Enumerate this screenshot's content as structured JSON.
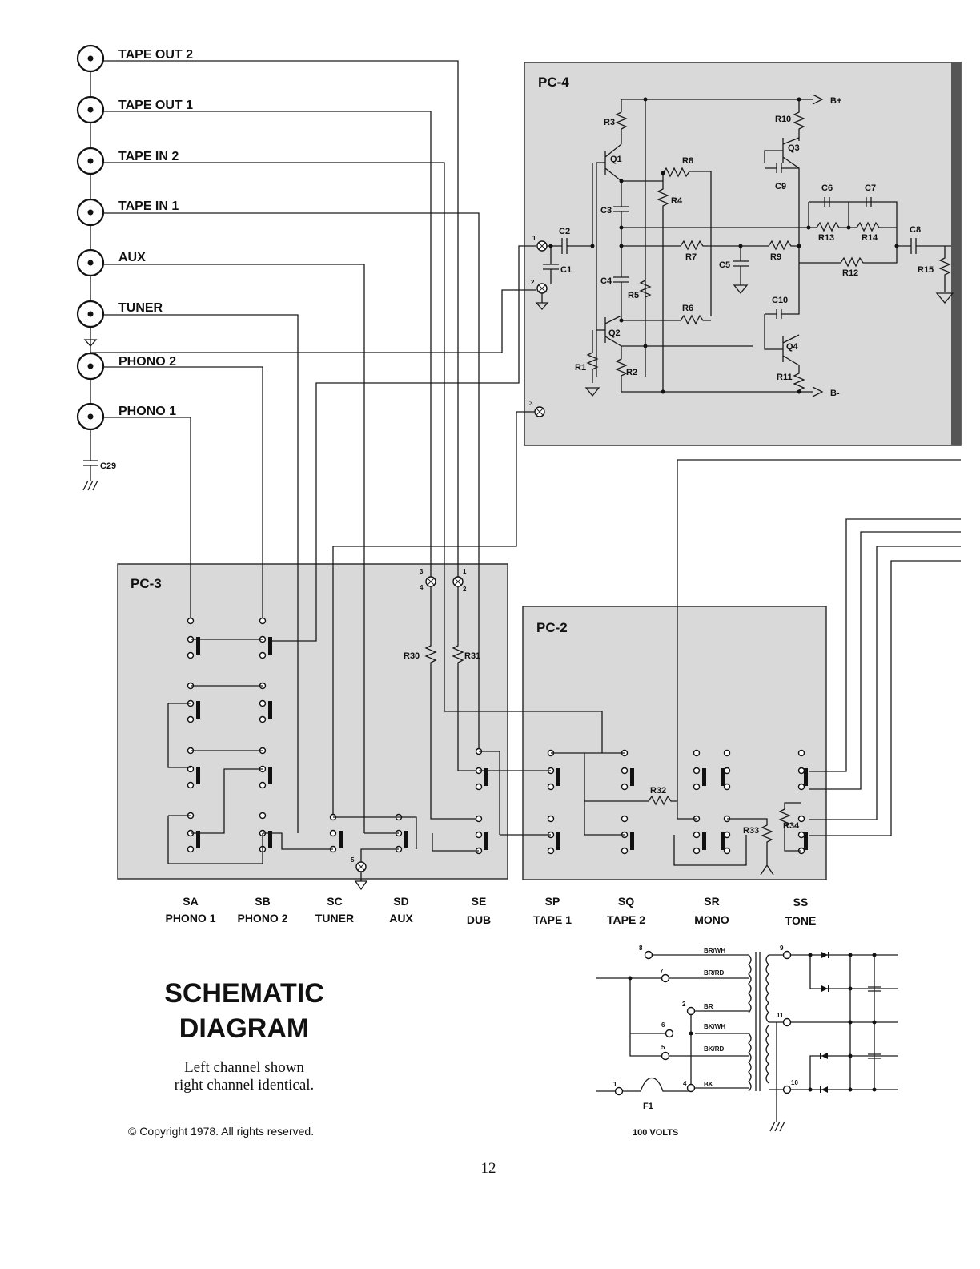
{
  "jacks": [
    {
      "label": "TAPE OUT 2"
    },
    {
      "label": "TAPE OUT 1"
    },
    {
      "label": "TAPE IN 2"
    },
    {
      "label": "TAPE IN 1"
    },
    {
      "label": "AUX"
    },
    {
      "label": "TUNER"
    },
    {
      "label": "PHONO 2"
    },
    {
      "label": "PHONO 1"
    }
  ],
  "capacitor_c29": "C29",
  "boards": {
    "pc4": "PC-4",
    "pc3": "PC-3",
    "pc2": "PC-2"
  },
  "pc4_components": {
    "r3": "R3",
    "r10": "R10",
    "q1": "Q1",
    "q3": "Q3",
    "r8": "R8",
    "r4": "R4",
    "c9": "C9",
    "c6": "C6",
    "c7": "C7",
    "c3": "C3",
    "c2": "C2",
    "r13": "R13",
    "r14": "R14",
    "c8": "C8",
    "c1": "C1",
    "r7": "R7",
    "c5": "C5",
    "r9": "R9",
    "r12": "R12",
    "r15": "R15",
    "c4": "C4",
    "r5": "R5",
    "c10": "C10",
    "r6": "R6",
    "q2": "Q2",
    "q4": "Q4",
    "r1": "R1",
    "r2": "R2",
    "r11": "R11",
    "bplus": "B+",
    "bminus": "B-",
    "pin1": "1",
    "pin2": "2",
    "pin3": "3"
  },
  "pc3_components": {
    "r30": "R30",
    "r31": "R31",
    "pin3": "3",
    "pin4": "4",
    "pin1": "1",
    "pin2": "2",
    "pin5": "5"
  },
  "pc2_components": {
    "r32": "R32",
    "r33": "R33",
    "r34": "R34"
  },
  "switches": [
    {
      "code": "SA",
      "name": "PHONO 1"
    },
    {
      "code": "SB",
      "name": "PHONO 2"
    },
    {
      "code": "SC",
      "name": "TUNER"
    },
    {
      "code": "SD",
      "name": "AUX"
    },
    {
      "code": "SE",
      "name": "DUB"
    },
    {
      "code": "SP",
      "name": "TAPE 1"
    },
    {
      "code": "SQ",
      "name": "TAPE 2"
    },
    {
      "code": "SR",
      "name": "MONO"
    },
    {
      "code": "SS",
      "name": "TONE"
    }
  ],
  "title_line1": "SCHEMATIC",
  "title_line2": "DIAGRAM",
  "subtitle_line1": "Left channel shown",
  "subtitle_line2": "right channel identical.",
  "copyright": "© Copyright 1978. All rights reserved.",
  "page_number": "12",
  "power": {
    "wires": [
      "BR/WH",
      "BR/RD",
      "BR",
      "BK/WH",
      "BK/RD",
      "BK"
    ],
    "pins": [
      "8",
      "7",
      "2",
      "6",
      "5",
      "4",
      "1",
      "9",
      "11",
      "10"
    ],
    "fuse": "F1",
    "voltage": "100 VOLTS"
  }
}
